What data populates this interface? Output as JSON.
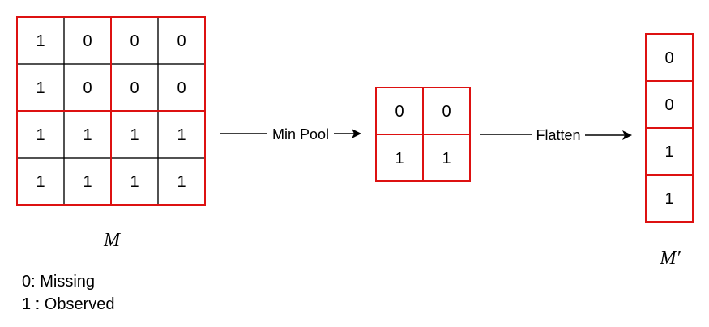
{
  "colors": {
    "grid_line": "#000000",
    "pool_outline": "#dd1111",
    "text": "#000000"
  },
  "input_matrix": {
    "label": "M",
    "values": [
      [
        "1",
        "0",
        "0",
        "0"
      ],
      [
        "1",
        "0",
        "0",
        "0"
      ],
      [
        "1",
        "1",
        "1",
        "1"
      ],
      [
        "1",
        "1",
        "1",
        "1"
      ]
    ]
  },
  "pool_op": {
    "label": "Min Pool"
  },
  "pooled_matrix": {
    "values": [
      [
        "0",
        "0"
      ],
      [
        "1",
        "1"
      ]
    ]
  },
  "flatten_op": {
    "label": "Flatten"
  },
  "output_vector": {
    "label": "M′",
    "values": [
      "0",
      "0",
      "1",
      "1"
    ]
  },
  "legend": {
    "missing": "0: Missing",
    "observed": "1 : Observed"
  }
}
